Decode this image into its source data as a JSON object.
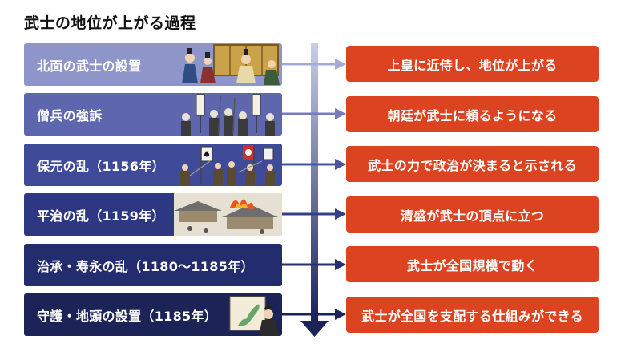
{
  "title": "武士の地位が上がる過程",
  "stages": [
    {
      "label": "北面の武士の設置",
      "color": "#8e96c9",
      "illustration": "court-nobles-icon"
    },
    {
      "label": "僧兵の強訴",
      "color": "#5e67ae",
      "illustration": "warrior-monks-icon"
    },
    {
      "label": "保元の乱（1156年）",
      "color": "#3f4b98",
      "illustration": "battle-soldiers-icon"
    },
    {
      "label": "平治の乱（1159年）",
      "color": "#2e3882",
      "illustration": "burning-palace-icon"
    },
    {
      "label": "治承・寿永の乱（1180〜1185年）",
      "color": "#232c6c",
      "illustration": null
    },
    {
      "label": "守護・地頭の設置（1185年）",
      "color": "#1b2357",
      "illustration": "map-samurai-icon"
    }
  ],
  "results": [
    "上皇に近侍し、地位が上がる",
    "朝廷が武士に頼るようになる",
    "武士の力で政治が決まると示される",
    "清盛が武士の頂点に立つ",
    "武士が全国規模で動く",
    "武士が全国を支配する仕組みができる"
  ],
  "colors": {
    "result": "#dc4320",
    "arrow_top": "#c9cde8",
    "arrow_bottom": "#1b2357"
  }
}
